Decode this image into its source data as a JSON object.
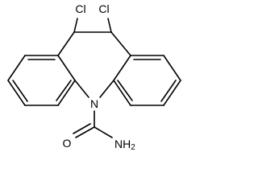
{
  "molecule": {
    "atoms": {
      "cl_left": "Cl",
      "cl_right": "Cl",
      "ring_nitrogen": "N",
      "carbonyl_oxygen": "O",
      "amide_group": "NH2",
      "amide_group_main": "NH",
      "amide_group_subscript": "2"
    }
  },
  "colors": {
    "bond": "#000000",
    "label": "#000000",
    "background": "#ffffff"
  }
}
